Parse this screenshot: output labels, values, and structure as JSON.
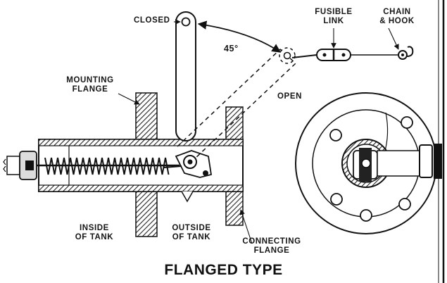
{
  "labels": {
    "closed": "CLOSED",
    "angle": "45°",
    "fusible_link_1": "FUSIBLE",
    "fusible_link_2": "LINK",
    "chain_hook_1": "CHAIN",
    "chain_hook_2": "& HOOK",
    "mounting_flange_1": "MOUNTING",
    "mounting_flange_2": "FLANGE",
    "open": "OPEN",
    "inside_tank_1": "INSIDE",
    "inside_tank_2": "OF TANK",
    "outside_tank_1": "OUTSIDE",
    "outside_tank_2": "OF TANK",
    "connecting_flange_1": "CONNECTING",
    "connecting_flange_2": "FLANGE"
  },
  "title": "FLANGED TYPE"
}
